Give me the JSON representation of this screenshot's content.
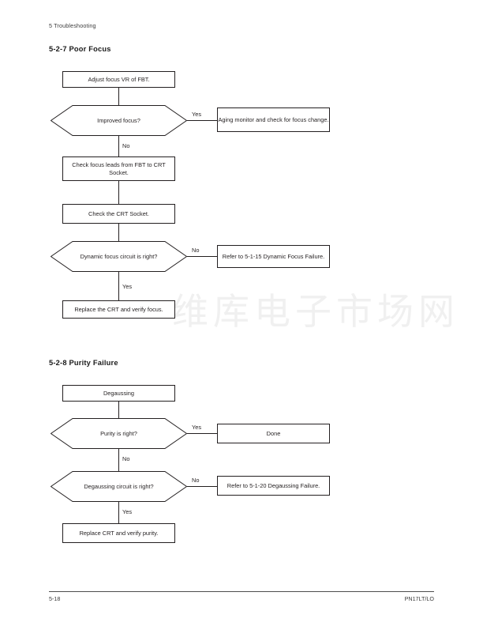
{
  "header": {
    "running_head": "5 Troubleshooting"
  },
  "footer": {
    "page_number": "5-18",
    "model_code": "PN17LT/LO"
  },
  "watermark": {
    "text": "维库电子市场网"
  },
  "sections": [
    {
      "id": "poor-focus",
      "title": "5-2-7 Poor Focus",
      "flow": {
        "nodes": [
          {
            "id": "pf-n1",
            "shape": "rect",
            "text": "Adjust focus VR of FBT."
          },
          {
            "id": "pf-d1",
            "shape": "hexagon",
            "text": "Improved focus?"
          },
          {
            "id": "pf-n2",
            "shape": "rect",
            "text": "Aging monitor and check for focus change."
          },
          {
            "id": "pf-n3",
            "shape": "rect",
            "text": "Check focus leads from FBT to CRT Socket."
          },
          {
            "id": "pf-n4",
            "shape": "rect",
            "text": "Check the CRT Socket."
          },
          {
            "id": "pf-d2",
            "shape": "hexagon",
            "text": "Dynamic focus circuit is right?"
          },
          {
            "id": "pf-n5",
            "shape": "rect",
            "text": "Refer to 5-1-15 Dynamic Focus Failure."
          },
          {
            "id": "pf-n6",
            "shape": "rect",
            "text": "Replace the CRT and verify focus."
          }
        ],
        "edge_labels": {
          "d1_yes": "Yes",
          "d1_no": "No",
          "d2_no": "No",
          "d2_yes": "Yes"
        }
      }
    },
    {
      "id": "purity-failure",
      "title": "5-2-8 Purity Failure",
      "flow": {
        "nodes": [
          {
            "id": "pu-n1",
            "shape": "rect",
            "text": "Degaussing"
          },
          {
            "id": "pu-d1",
            "shape": "hexagon",
            "text": "Purity is right?"
          },
          {
            "id": "pu-n2",
            "shape": "rect",
            "text": "Done"
          },
          {
            "id": "pu-d2",
            "shape": "hexagon",
            "text": "Degaussing circuit is right?"
          },
          {
            "id": "pu-n3",
            "shape": "rect",
            "text": "Refer to 5-1-20 Degaussing Failure."
          },
          {
            "id": "pu-n4",
            "shape": "rect",
            "text": "Replace CRT and verify purity."
          }
        ],
        "edge_labels": {
          "d1_yes": "Yes",
          "d1_no": "No",
          "d2_no": "No",
          "d2_yes": "Yes"
        }
      }
    }
  ]
}
